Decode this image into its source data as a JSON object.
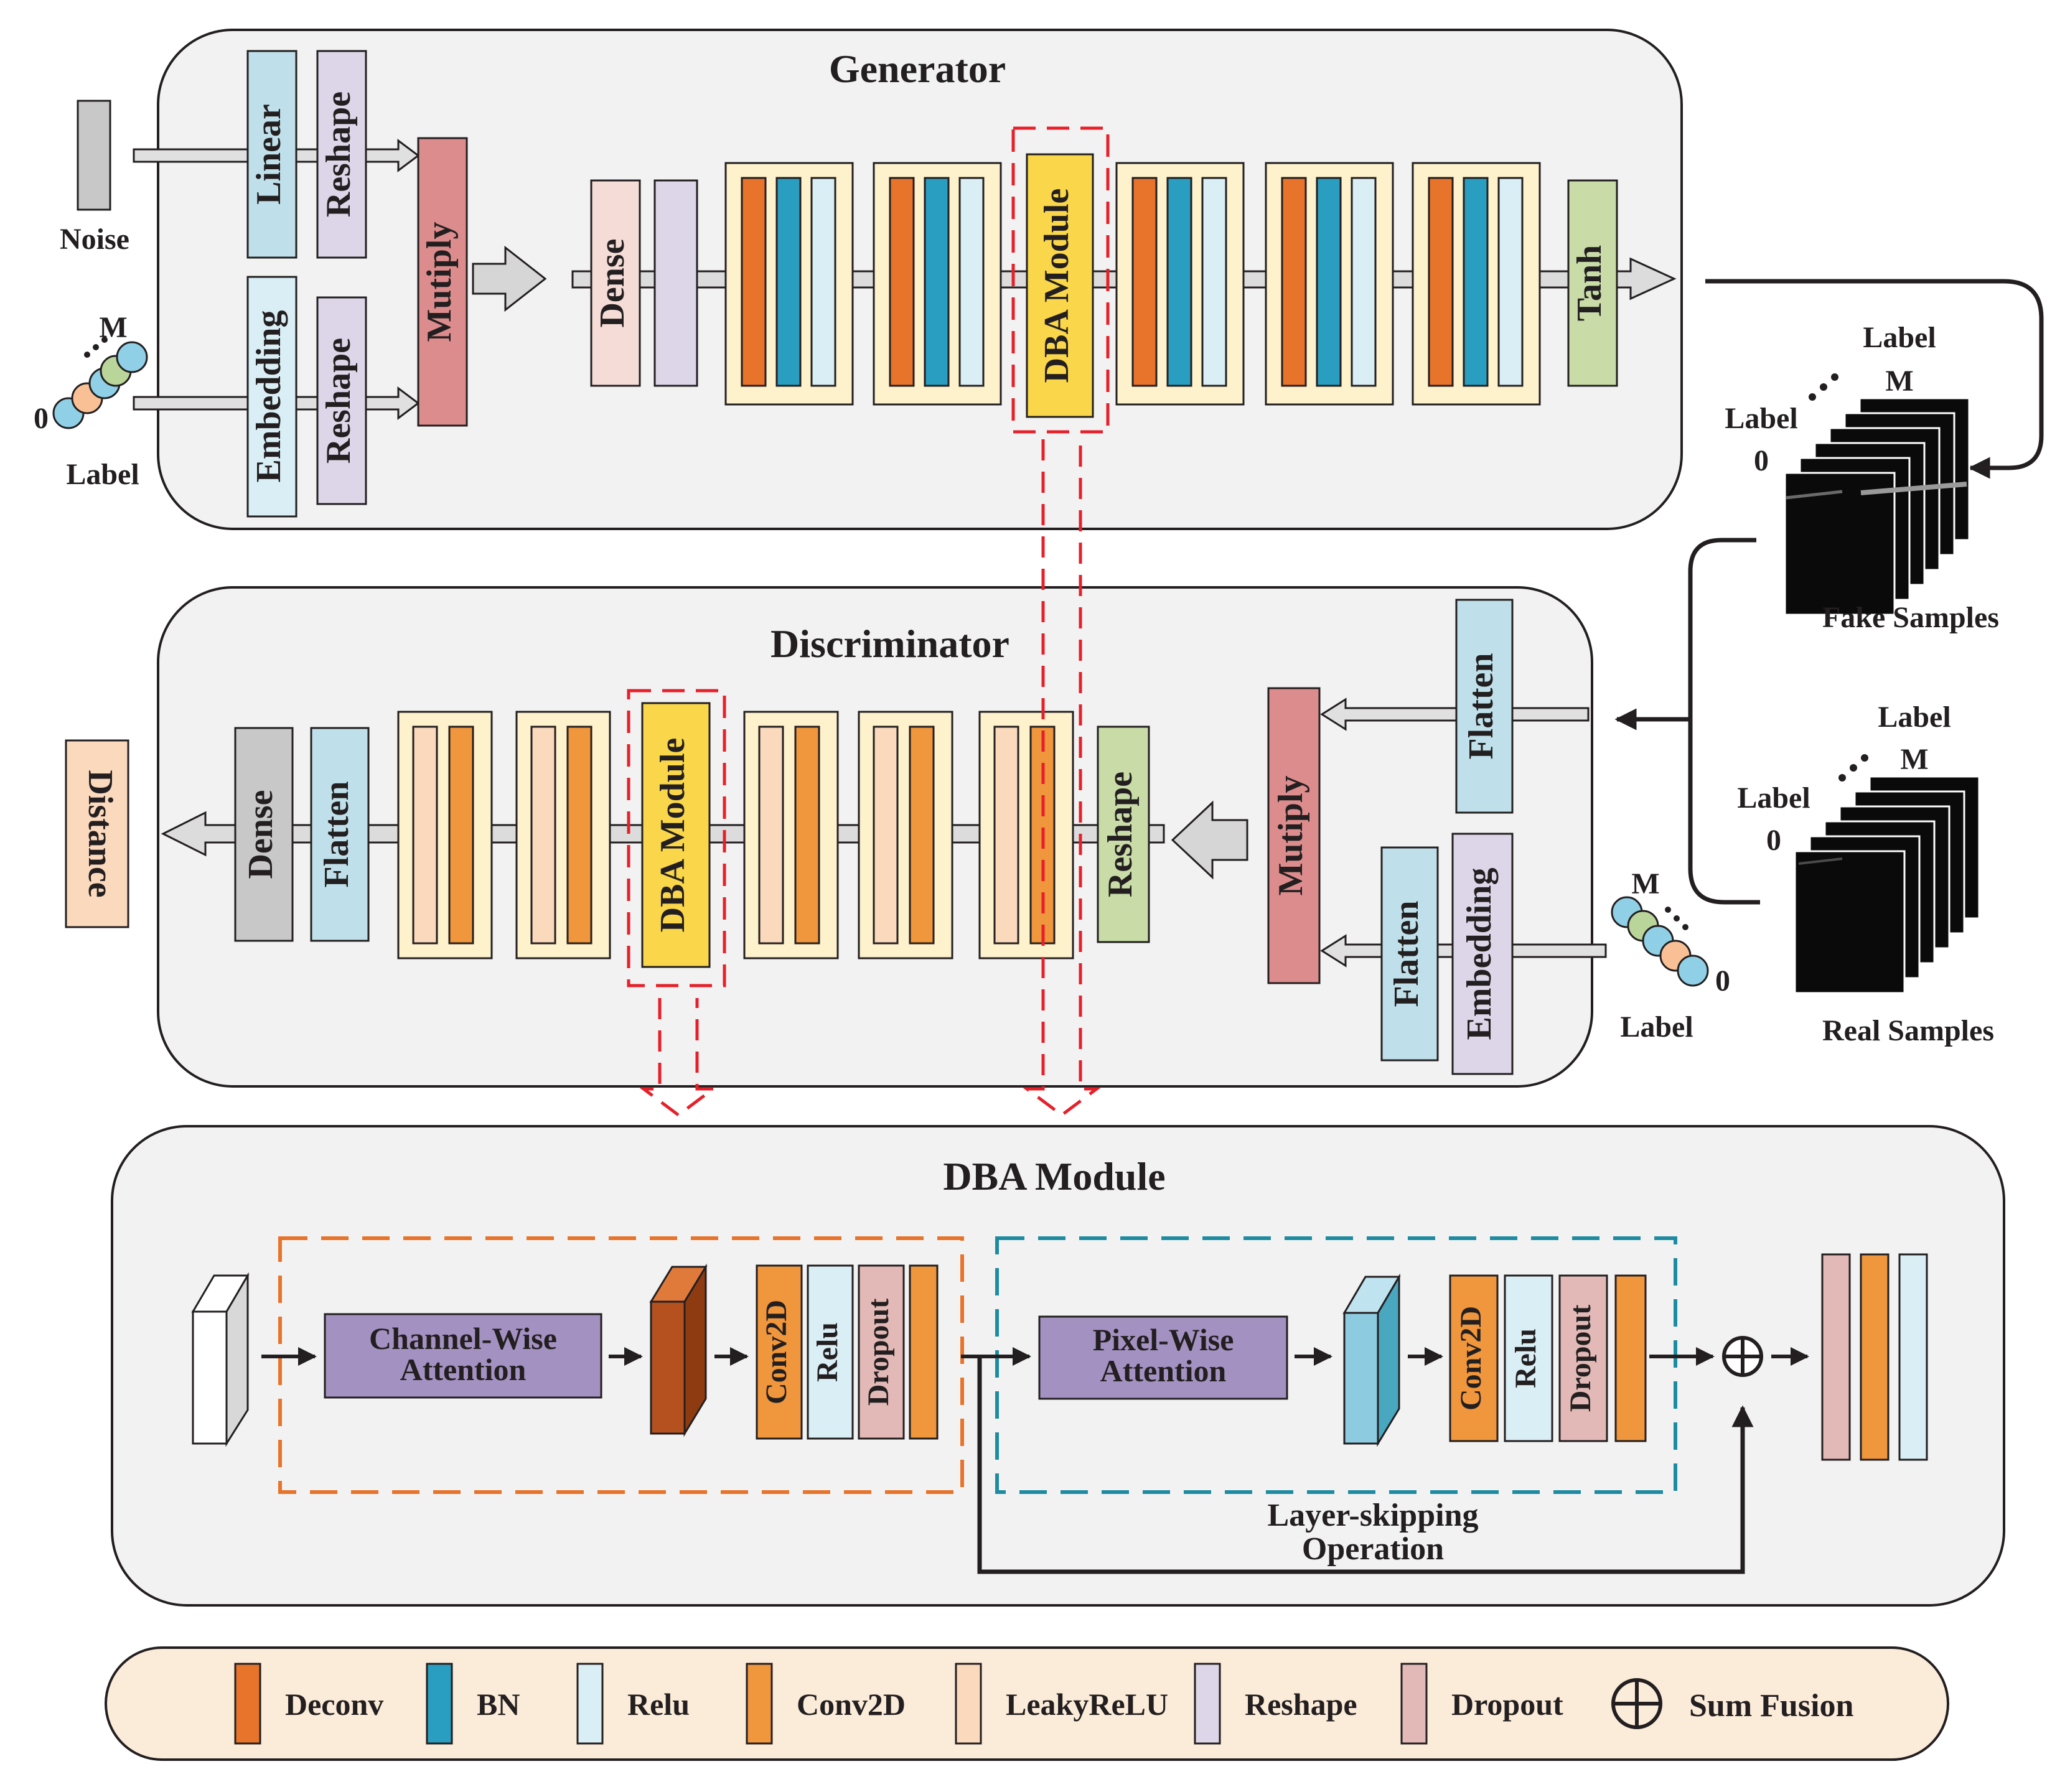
{
  "colors": {
    "deconv": "#e8732a",
    "bn": "#2a9ec0",
    "relu": "#d9eef5",
    "conv2d": "#f0963c",
    "leaky": "#fbd9bd",
    "reshape": "#dcd6e8",
    "dropout": "#e2b9b6",
    "linear": "#bfe0ea",
    "dense": "#f5dcd6",
    "tanh": "#c9dca7",
    "mutiply": "#dc8c8c",
    "dba": "#f9d64a",
    "block": "#fdf2cc",
    "panel": "#f2f2f2",
    "legend": "#fbebd9",
    "attention": "#a391c2",
    "red_dash": "#e6202a",
    "orange_dash": "#e8732a",
    "teal_dash": "#1e8ca0"
  },
  "generator": {
    "title": "Generator",
    "noise_label": "Noise",
    "label_caption": "Label",
    "label_m": "M",
    "label_zero": "0",
    "linear": "Linear",
    "reshape_top": "Reshape",
    "embedding": "Embedding",
    "reshape_bottom": "Reshape",
    "mutiply": "Mutiply",
    "dense": "Dense",
    "dba": "DBA Module",
    "tanh": "Tanh"
  },
  "samples": {
    "fake_caption": "Fake Samples",
    "fake_label_top": "Label",
    "fake_m": "M",
    "fake_label_left": "Label",
    "fake_zero": "0",
    "real_caption": "Real Samples",
    "real_label_top": "Label",
    "real_m": "M",
    "real_label_left": "Label",
    "real_zero": "0"
  },
  "discriminator": {
    "title": "Discriminator",
    "distance": "Distance",
    "dense": "Dense",
    "flatten_left": "Flatten",
    "dba": "DBA Module",
    "reshape": "Reshape",
    "mutiply": "Mutiply",
    "flatten_top": "Flatten",
    "flatten_bottom": "Flatten",
    "embedding": "Embedding",
    "label_caption": "Label",
    "label_m": "M",
    "label_zero": "0"
  },
  "dba_module": {
    "title": "DBA Module",
    "channel_attention_line1": "Channel-Wise",
    "channel_attention_line2": "Attention",
    "pixel_attention_line1": "Pixel-Wise",
    "pixel_attention_line2": "Attention",
    "conv2d_a": "Conv2D",
    "relu_a": "Relu",
    "dropout_a": "Dropout",
    "conv2d_b": "Conv2D",
    "relu_b": "Relu",
    "dropout_b": "Dropout",
    "sum_symbol": "⊕",
    "skip_line1": "Layer-skipping",
    "skip_line2": "Operation"
  },
  "legend": {
    "items": [
      {
        "label": "Deconv",
        "color": "#e8732a"
      },
      {
        "label": "BN",
        "color": "#2a9ec0"
      },
      {
        "label": "Relu",
        "color": "#d9eef5"
      },
      {
        "label": "Conv2D",
        "color": "#f0963c"
      },
      {
        "label": "LeakyReLU",
        "color": "#fbd9bd"
      },
      {
        "label": "Reshape",
        "color": "#dcd6e8"
      },
      {
        "label": "Dropout",
        "color": "#e2b9b6"
      }
    ],
    "sum_label": "Sum Fusion"
  }
}
